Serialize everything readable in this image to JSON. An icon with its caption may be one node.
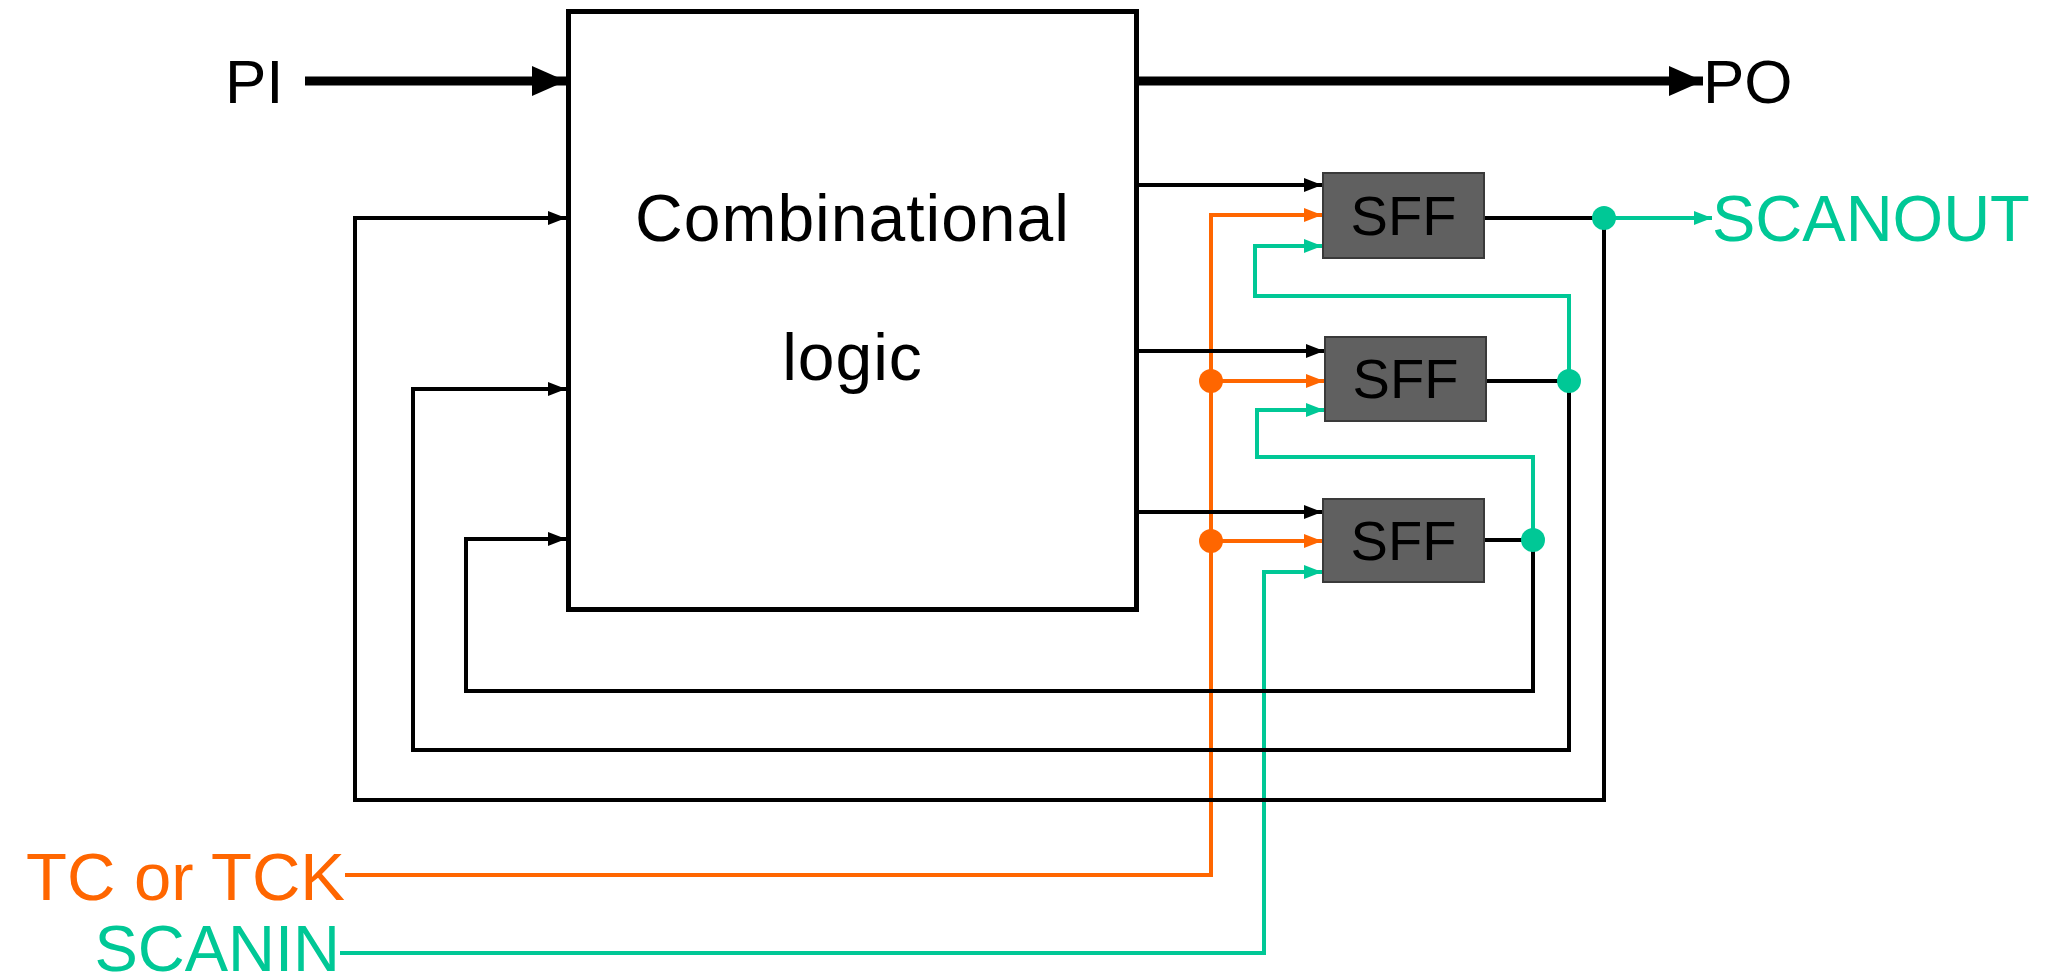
{
  "diagram": {
    "nodes": [
      {
        "text": [
          "PI"
        ]
      },
      {
        "text": [
          "Combinational logic"
        ]
      },
      {
        "text": [
          "PO"
        ]
      },
      {
        "text": [
          "SFF"
        ]
      },
      {
        "text": [
          "SFF"
        ]
      },
      {
        "text": [
          "SFF"
        ]
      },
      {
        "text": [
          "SCANOUT"
        ]
      },
      {
        "text": [
          "TC or TCK"
        ]
      },
      {
        "text": [
          "SCANIN"
        ]
      }
    ],
    "edges": [
      {
        "from": 0,
        "to": 1,
        "arrow": "to",
        "style": "thick"
      },
      {
        "from": 1,
        "to": 2,
        "arrow": "to",
        "style": "thick"
      },
      {
        "from": 1,
        "to": 3,
        "arrow": "to"
      },
      {
        "from": 1,
        "to": 4,
        "arrow": "to"
      },
      {
        "from": 1,
        "to": 5,
        "arrow": "to"
      },
      {
        "from": 3,
        "to": 1,
        "arrow": "to"
      },
      {
        "from": 4,
        "to": 1,
        "arrow": "to"
      },
      {
        "from": 5,
        "to": 1,
        "arrow": "to"
      },
      {
        "from": 7,
        "to": 3,
        "arrow": "to",
        "color": "#ff6600"
      },
      {
        "from": 7,
        "to": 4,
        "arrow": "to",
        "color": "#ff6600"
      },
      {
        "from": 7,
        "to": 5,
        "arrow": "to",
        "color": "#ff6600"
      },
      {
        "from": 8,
        "to": 5,
        "arrow": "to",
        "color": "#00c896"
      },
      {
        "from": 5,
        "to": 4,
        "arrow": "to",
        "color": "#00c896"
      },
      {
        "from": 4,
        "to": 3,
        "arrow": "to",
        "color": "#00c896"
      },
      {
        "from": 3,
        "to": 6,
        "arrow": "to",
        "color": "#00c896"
      }
    ]
  }
}
